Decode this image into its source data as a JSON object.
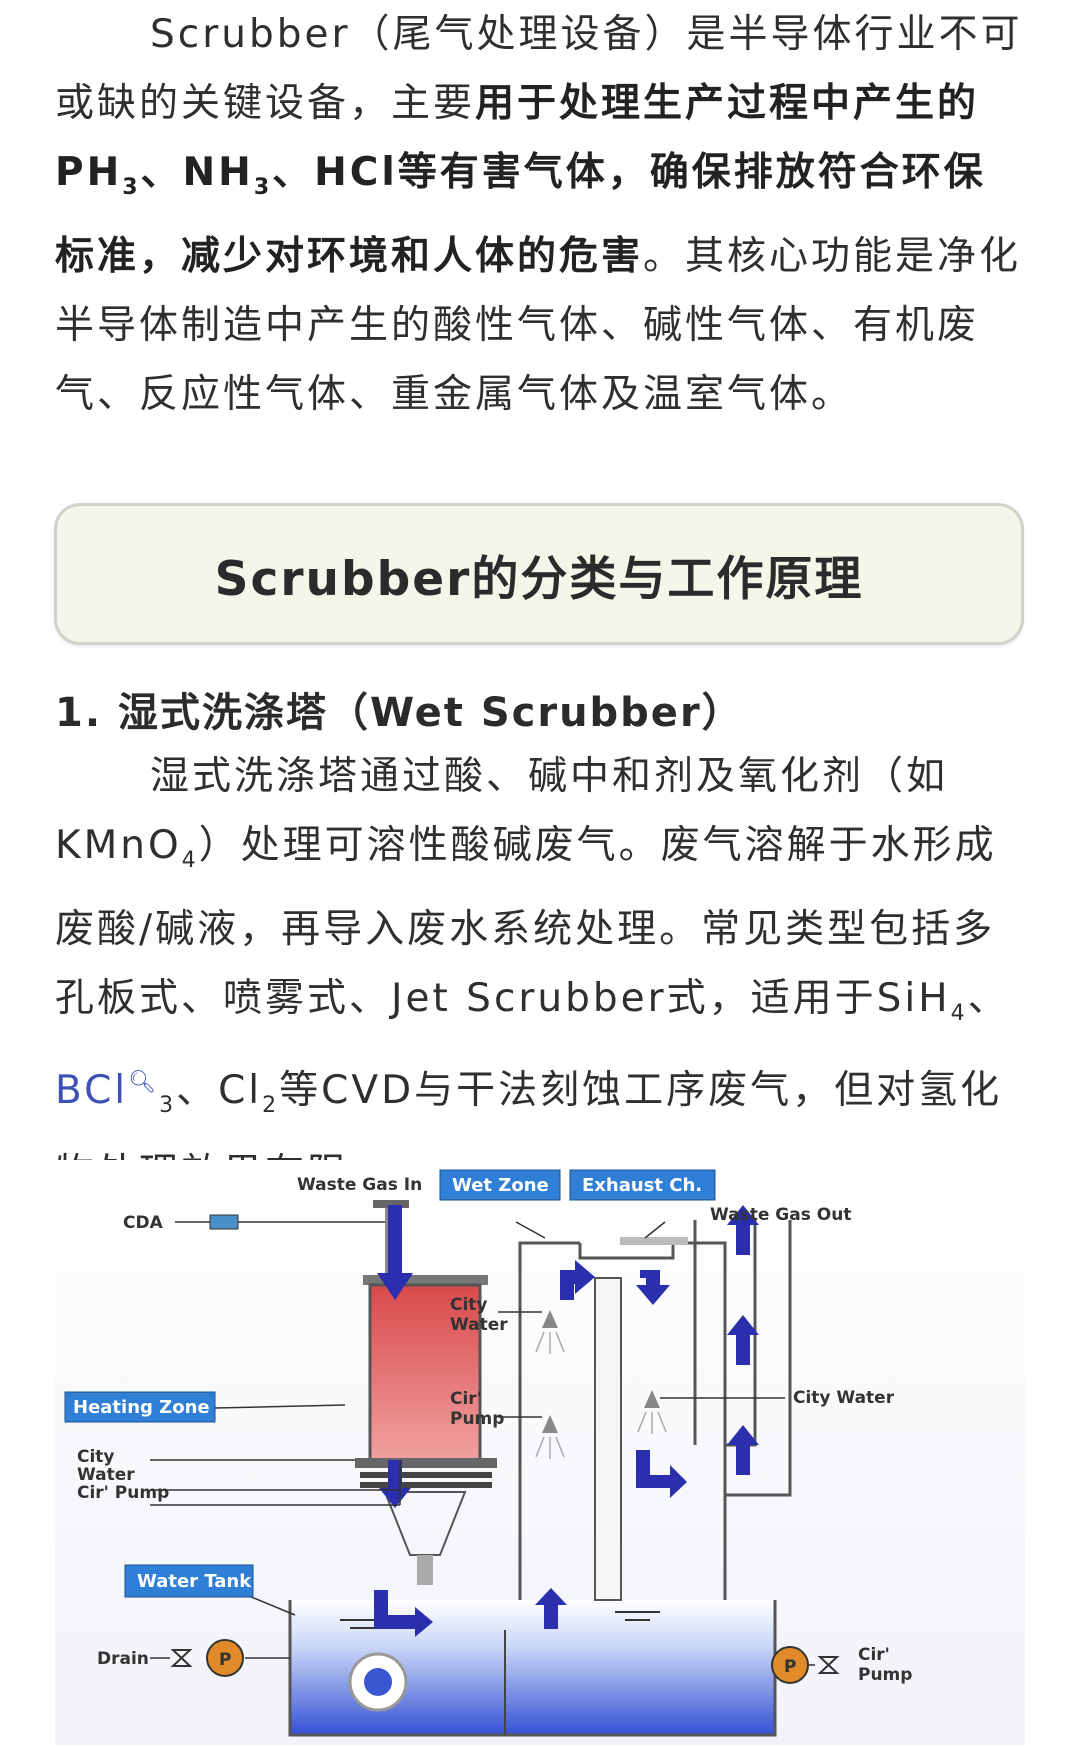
{
  "intro": {
    "p1_a": "Scrubber（尾气处理设备）是半导体行业不可或缺的关键设备，主要",
    "p1_bold": "用于处理生产过程中产生的PH",
    "p1_bold_sub1": "3",
    "p1_bold_mid": "、NH",
    "p1_bold_sub2": "3",
    "p1_bold_end": "、HCl等有害气体，确保排放符合环保标准，减少对环境和人体的危害",
    "p1_b": "。其核心功能是净化半导体制造中产生的酸性气体、碱性气体、有机废气、反应性气体、重金属气体及温室气体。"
  },
  "banner": {
    "title": "Scrubber的分类与工作原理"
  },
  "section1": {
    "title": "1. 湿式洗涤塔（Wet Scrubber）",
    "t1": "湿式洗涤塔通过酸、碱中和剂及氧化剂（如KMnO",
    "t1_sub": "4",
    "t2": "）处理可溶性酸碱废气。废气溶解于水形成废酸/碱液，再导入废水系统处理。常见类型包括多孔板式、喷雾式、Jet Scrubber式，适用于SiH",
    "t2_sub": "4",
    "t3": "、",
    "link": "BCl",
    "link_sub": "3",
    "t4": "、Cl",
    "t4_sub": "2",
    "t5": "等CVD与干法刻蚀工序废气，但对氢化物处理效果有限。"
  },
  "diagram": {
    "labels": {
      "waste_gas_in": "Waste Gas In",
      "wet_zone": "Wet Zone",
      "exhaust_ch": "Exhaust Ch.",
      "waste_gas_out": "Waste Gas Out",
      "cda": "CDA",
      "city_water_1": "City",
      "city_water_2": "Water",
      "heating_zone": "Heating Zone",
      "cir_pump_1": "Cir'",
      "cir_pump_2": "Pump",
      "city_water_right": "City Water",
      "left_city": "City",
      "left_water": "Water",
      "left_cir_pump": "Cir' Pump",
      "water_tank": "Water Tank",
      "drain": "Drain",
      "pump_p": "P",
      "cir_pump_br_1": "Cir'",
      "cir_pump_br_2": "Pump"
    },
    "colors": {
      "heating": "#c83a3a",
      "tank_water": "#3d5fd6",
      "arrow": "#2b2fae",
      "label_box": "#2f7fd6",
      "pump": "#e08a2a"
    }
  }
}
